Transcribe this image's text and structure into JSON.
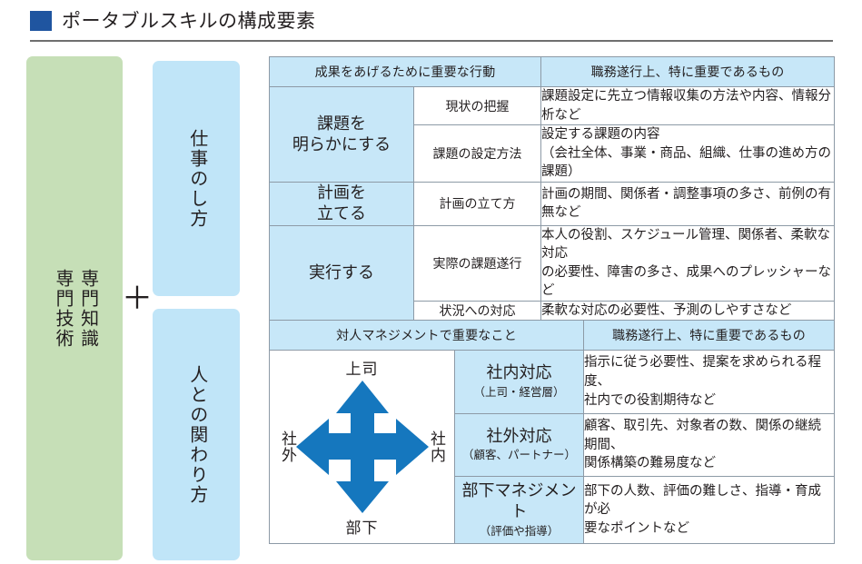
{
  "title": {
    "text": "ポータブルスキルの構成要素",
    "marker_color": "#1f55a0"
  },
  "left_panels": {
    "expertise": {
      "line1": "専門知識",
      "line2": "専門技術",
      "color": "#c6dfb7"
    },
    "plus": "＋",
    "work_style": {
      "label": "仕事のし方",
      "color": "#c0e5f8"
    },
    "people": {
      "label": "人との関わり方",
      "color": "#c0e5f8"
    }
  },
  "work_table": {
    "headers": {
      "left": "成果をあげるために重要な行動",
      "right": "職務遂行上、特に重要であるもの"
    },
    "groups": [
      {
        "category": "課題を\n明らかにする",
        "rows": [
          {
            "sub": "現状の把握",
            "desc": "課題設定に先立つ情報収集の方法や内容、情報分析など"
          },
          {
            "sub": "課題の設定方法",
            "desc": "設定する課題の内容\n（会社全体、事業・商品、組織、仕事の進め方の課題）"
          }
        ]
      },
      {
        "category": "計画を\n立てる",
        "rows": [
          {
            "sub": "計画の立て方",
            "desc": "計画の期間、関係者・調整事項の多さ、前例の有無など"
          }
        ]
      },
      {
        "category": "実行する",
        "rows": [
          {
            "sub": "実際の課題遂行",
            "desc": "本人の役割、スケジュール管理、関係者、柔軟な対応\nの必要性、障害の多さ、成果へのプレッシャーなど"
          },
          {
            "sub": "状況への対応",
            "desc": "柔軟な対応の必要性、予測のしやすさなど"
          }
        ]
      }
    ]
  },
  "people_table": {
    "headers": {
      "left": "対人マネジメントで重要なこと",
      "right": "職務遂行上、特に重要であるもの"
    },
    "diagram": {
      "top": "上司",
      "bottom": "部下",
      "left": "社外",
      "right": "社内",
      "arrow_color": "#1577be"
    },
    "rows": [
      {
        "title": "社内対応",
        "subtitle": "（上司・経営層）",
        "desc": "指示に従う必要性、提案を求められる程度、\n社内での役割期待など"
      },
      {
        "title": "社外対応",
        "subtitle": "（顧客、パートナー）",
        "desc": "顧客、取引先、対象者の数、関係の継続期間、\n関係構築の難易度など"
      },
      {
        "title": "部下マネジメント",
        "subtitle": "（評価や指導）",
        "desc": "部下の人数、評価の難しさ、指導・育成が必\n要なポイントなど"
      }
    ]
  }
}
